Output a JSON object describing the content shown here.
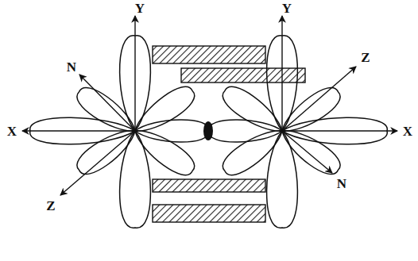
{
  "diagram": {
    "labels": [
      "Y",
      "Y",
      "Z",
      "N",
      "X",
      "X",
      "N",
      "Z"
    ]
  }
}
